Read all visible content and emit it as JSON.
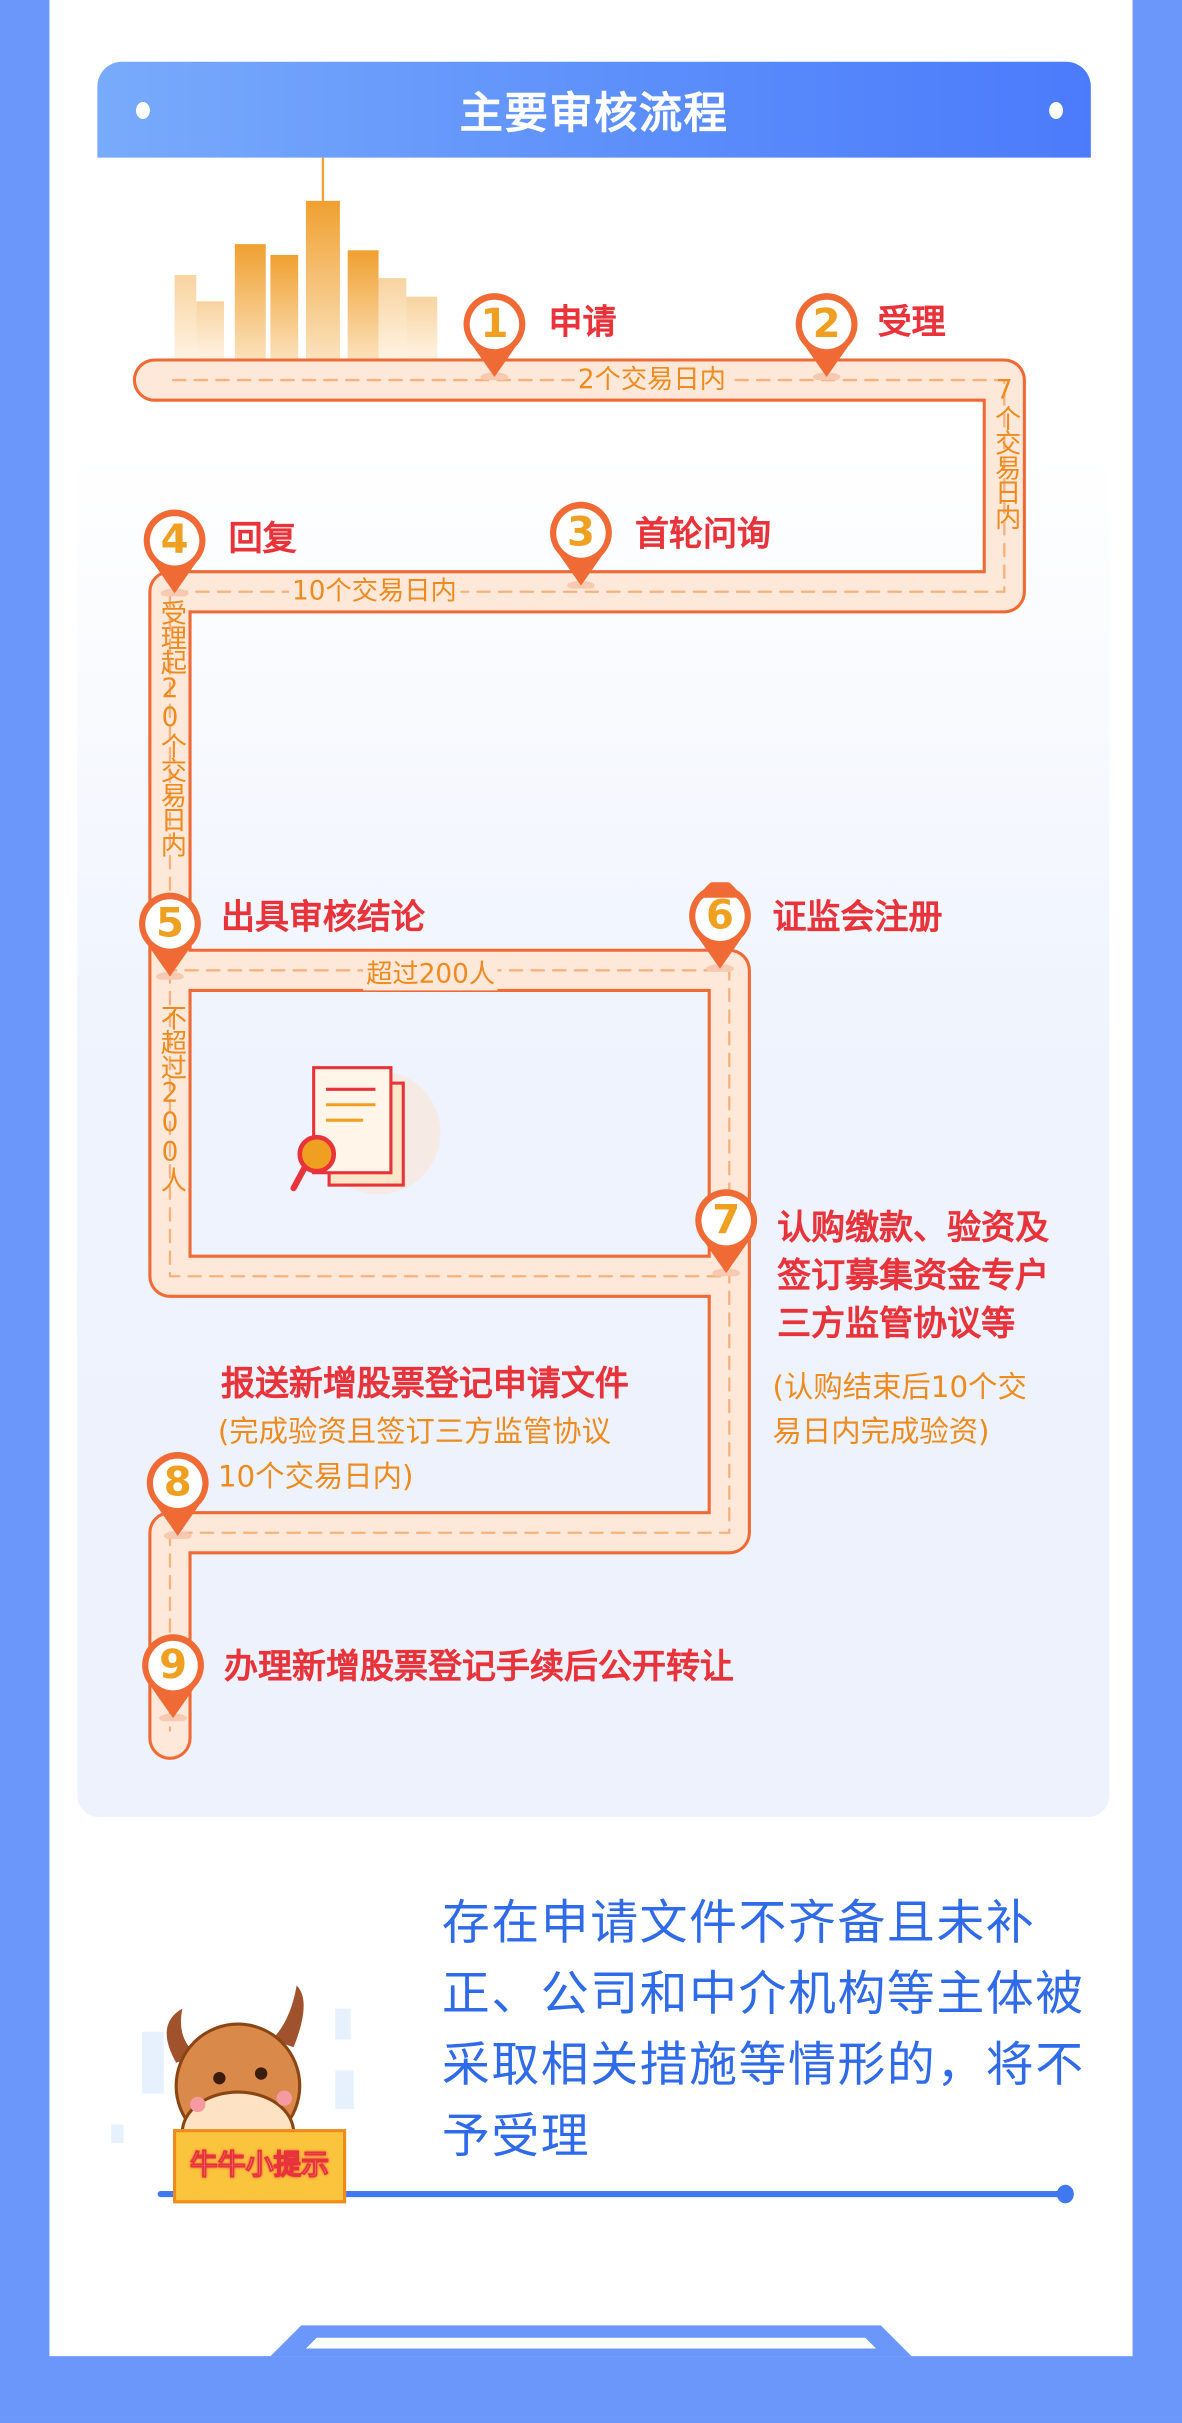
{
  "header": {
    "title": "主要审核流程"
  },
  "steps": [
    {
      "number": "1",
      "label": "申请"
    },
    {
      "number": "2",
      "label": "受理"
    },
    {
      "number": "3",
      "label": "首轮问询"
    },
    {
      "number": "4",
      "label": "回复"
    },
    {
      "number": "5",
      "label": "出具审核结论"
    },
    {
      "number": "6",
      "label": "证监会注册"
    },
    {
      "number": "7",
      "label_lines": [
        "认购缴款、验资及",
        "签订募集资金专户",
        "三方监管协议等"
      ],
      "note_lines": [
        "(认购结束后10个交",
        "易日内完成验资)"
      ]
    },
    {
      "number": "8",
      "label": "报送新增股票登记申请文件",
      "note_lines": [
        "(完成验资且签订三方监管协议",
        "10个交易日内)"
      ]
    },
    {
      "number": "9",
      "label": "办理新增股票登记手续后公开转让"
    }
  ],
  "path_labels": {
    "step1_to_2": "2个交易日内",
    "step2_to_3": "7个交易日内",
    "step3_to_4": "10个交易日内",
    "step4_to_5": "受理起20个交易日内",
    "over_200": "超过200人",
    "not_over_200": "不超过200人"
  },
  "tip": {
    "badge": "牛牛小提示",
    "text": "存在申请文件不齐备且未补正、公司和中介机构等主体被采取相关措施等情形的，将不予受理"
  },
  "colors": {
    "frame": "#6b97fb",
    "path_border": "#f06a35",
    "path_fill": "#fde8da",
    "label_red": "#e8333b",
    "note_orange": "#ef8a1d",
    "tip_blue": "#2f6be8"
  }
}
